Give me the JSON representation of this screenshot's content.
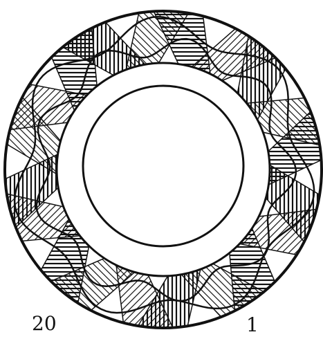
{
  "labels": {
    "left": "20",
    "right": "1"
  },
  "colors": {
    "ink": "#111111",
    "paper": "#ffffff"
  },
  "figure": {
    "hatched_sector_count": 20,
    "hatch_patterns": [
      "horizontal",
      "vertical",
      "diagonal-forward",
      "diagonal-back"
    ]
  }
}
